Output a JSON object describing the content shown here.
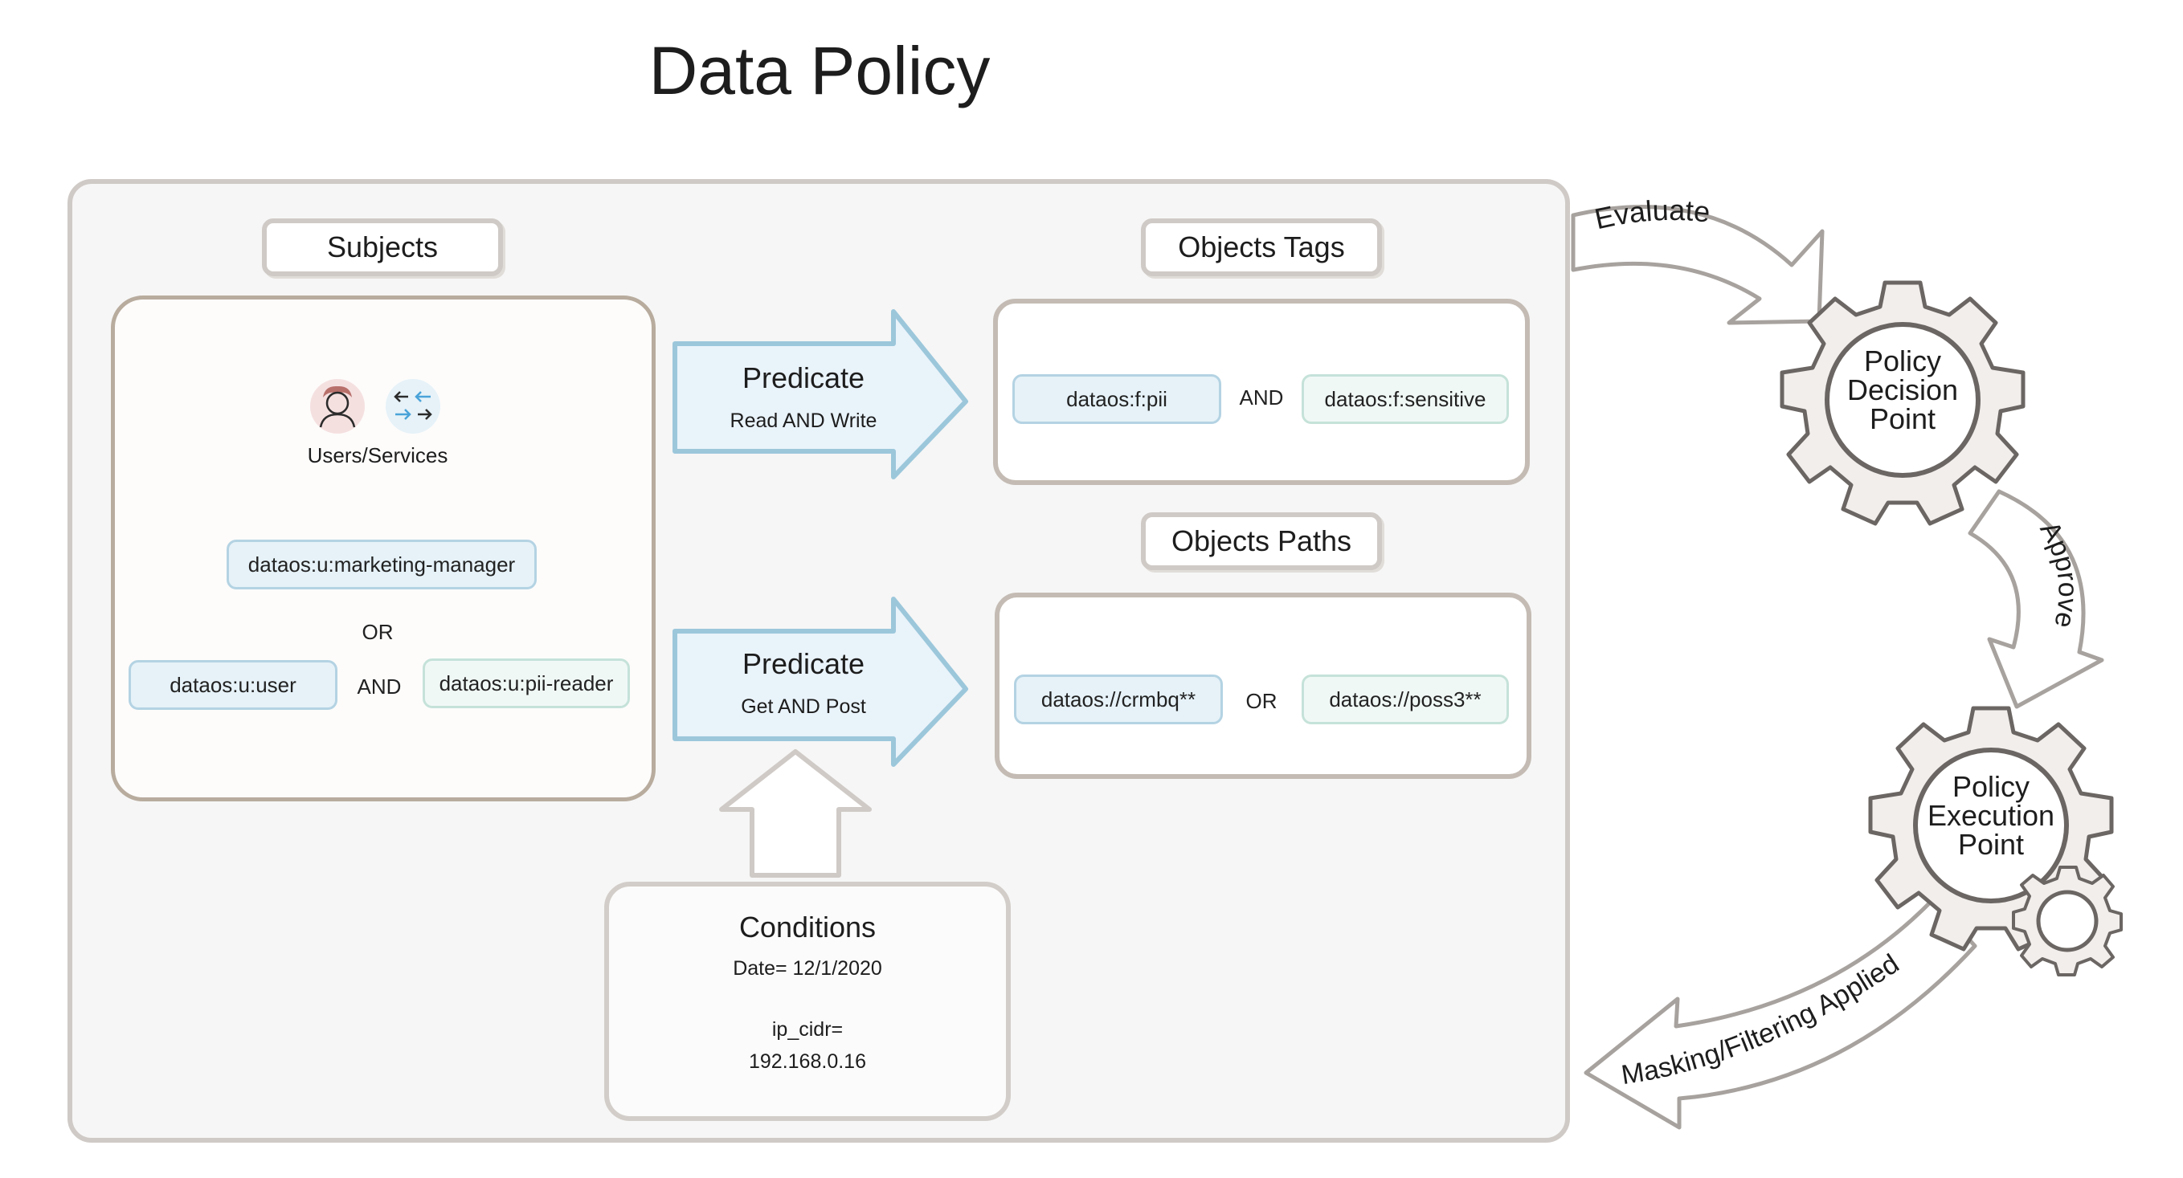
{
  "title": "Data Policy",
  "subjects": {
    "header": "Subjects",
    "icon_caption": "Users/Services",
    "manager_tag": "dataos:u:marketing-manager",
    "or_label": "OR",
    "user_tag": "dataos:u:user",
    "and_label": "AND",
    "pii_reader_tag": "dataos:u:pii-reader"
  },
  "predicate_top": {
    "title": "Predicate",
    "detail": "Read AND Write"
  },
  "predicate_bottom": {
    "title": "Predicate",
    "detail": "Get AND Post"
  },
  "object_tags": {
    "header": "Objects Tags",
    "tag_a": "dataos:f:pii",
    "op": "AND",
    "tag_b": "dataos:f:sensitive"
  },
  "object_paths": {
    "header": "Objects Paths",
    "path_a": "dataos://crmbq**",
    "op": "OR",
    "path_b": "dataos://poss3**"
  },
  "conditions": {
    "title": "Conditions",
    "date": "Date= 12/1/2020",
    "ip_label": "ip_cidr=",
    "ip_value": "192.168.0.16"
  },
  "flow": {
    "evaluate": "Evaluate",
    "approve": "Approve",
    "applied": "Masking/Filtering Applied"
  },
  "pdp": {
    "line1": "Policy",
    "line2": "Decision",
    "line3": "Point"
  },
  "pep": {
    "line1": "Policy",
    "line2": "Execution",
    "line3": "Point"
  },
  "colors": {
    "panel_border": "#cfcac6",
    "group_border": "#b8ac9e",
    "pill_blue": "#e6f2f8",
    "pill_green": "#f0f8f6",
    "arrow_fill": "#e9f3fa",
    "arrow_stroke": "#9cc7db",
    "gear_fill": "#f1eeec",
    "gear_stroke": "#6b6663"
  },
  "icons": [
    "user-avatar-icon",
    "services-exchange-icon",
    "gear-icon"
  ]
}
